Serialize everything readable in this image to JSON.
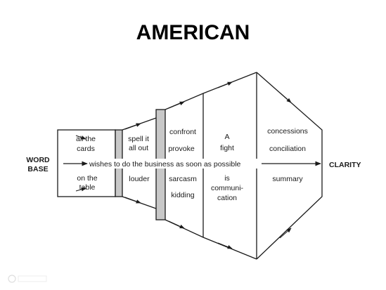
{
  "title": "AMERICAN",
  "left_label": [
    "WORD",
    "BASE"
  ],
  "right_label": "CLARITY",
  "central_line": "wishes to do the business as soon as possible",
  "upper_segments": [
    [
      "all the",
      "cards"
    ],
    [
      "spell it",
      "all out"
    ],
    [
      "confront",
      "provoke"
    ],
    [
      "A",
      "fight"
    ],
    [
      "concessions",
      "conciliation"
    ]
  ],
  "lower_segments": [
    [
      "on the",
      "table"
    ],
    [
      "louder"
    ],
    [
      "sarcasm",
      "kidding"
    ],
    [
      "is",
      "communi-",
      "cation"
    ],
    [
      "summary"
    ]
  ],
  "colors": {
    "line": "#1a1a1a",
    "connector_fill": "#c8c8c8",
    "background": "#ffffff"
  }
}
